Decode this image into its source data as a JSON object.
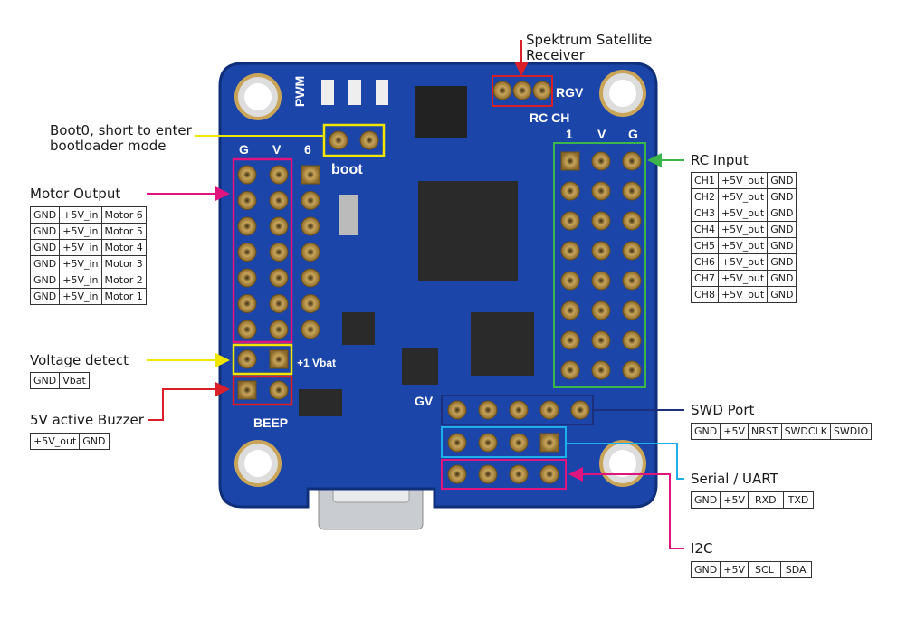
{
  "spektrum": {
    "line1": "Spektrum Satellite",
    "line2": "Receiver"
  },
  "boot": {
    "line1": "Boot0, short to enter",
    "line2": "bootloader mode"
  },
  "motor": {
    "title": "Motor Output",
    "rows": [
      [
        "GND",
        "+5V_in",
        "Motor 6"
      ],
      [
        "GND",
        "+5V_in",
        "Motor 5"
      ],
      [
        "GND",
        "+5V_in",
        "Motor 4"
      ],
      [
        "GND",
        "+5V_in",
        "Motor 3"
      ],
      [
        "GND",
        "+5V_in",
        "Motor 2"
      ],
      [
        "GND",
        "+5V_in",
        "Motor 1"
      ]
    ]
  },
  "voltage": {
    "title": "Voltage detect",
    "row": [
      "GND",
      "Vbat"
    ]
  },
  "buzzer": {
    "title": "5V active Buzzer",
    "row": [
      "+5V_out",
      "GND"
    ]
  },
  "rc": {
    "title": "RC Input",
    "rows": [
      [
        "CH1",
        "+5V_out",
        "GND"
      ],
      [
        "CH2",
        "+5V_out",
        "GND"
      ],
      [
        "CH3",
        "+5V_out",
        "GND"
      ],
      [
        "CH4",
        "+5V_out",
        "GND"
      ],
      [
        "CH5",
        "+5V_out",
        "GND"
      ],
      [
        "CH6",
        "+5V_out",
        "GND"
      ],
      [
        "CH7",
        "+5V_out",
        "GND"
      ],
      [
        "CH8",
        "+5V_out",
        "GND"
      ]
    ]
  },
  "swd": {
    "title": "SWD Port",
    "row": [
      "GND",
      "+5V",
      "NRST",
      "SWDCLK",
      "SWDIO"
    ]
  },
  "uart": {
    "title": "Serial / UART",
    "row": [
      "GND",
      "+5V",
      "RXD",
      "TXD"
    ]
  },
  "i2c": {
    "title": "I2C",
    "row": [
      "GND",
      "+5V",
      "SCL",
      "SDA"
    ]
  },
  "silkscreen": {
    "pwm": "PWM",
    "boot": "boot",
    "g": "G",
    "v": "V",
    "six": "6",
    "rgv": "RGV",
    "rcch": "RC CH",
    "one": "1",
    "vbat": "+1 Vbat",
    "beep": "BEEP",
    "gv": "GV"
  },
  "colors": {
    "board": "#1b45a8",
    "motor": "#e0137f",
    "voltage": "#f2e600",
    "buzzer": "#d9202a",
    "rc": "#3cb54a",
    "swd": "#1d2f7a",
    "uart": "#1eaee8",
    "i2c": "#e0137f",
    "spektrum": "#d9202a",
    "boot": "#f2e600"
  }
}
